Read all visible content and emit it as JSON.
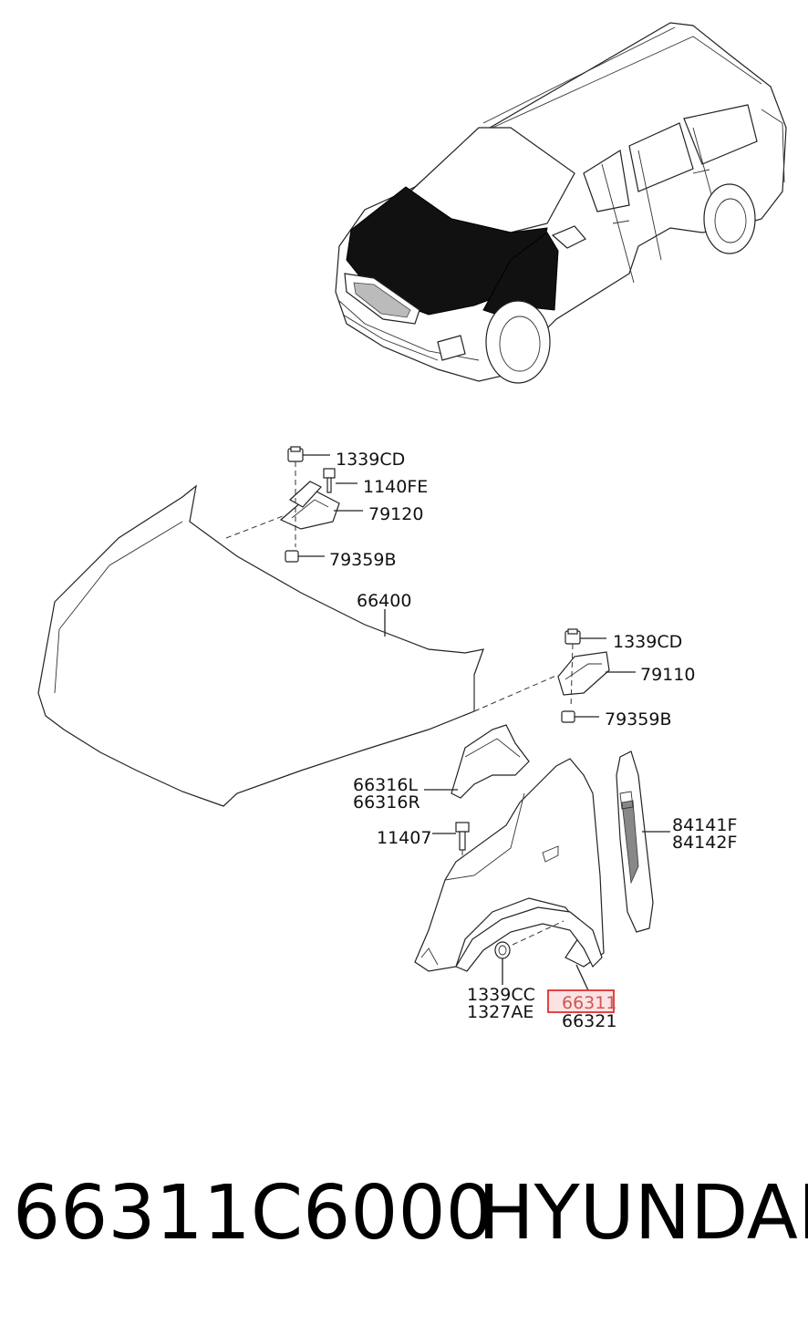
{
  "labels": {
    "l1339cd_a": "1339CD",
    "l1140fe": "1140FE",
    "l79120": "79120",
    "l79359b_a": "79359B",
    "l66400": "66400",
    "l1339cd_b": "1339CD",
    "l79110": "79110",
    "l79359b_b": "79359B",
    "l66316l": "66316L",
    "l66316r": "66316R",
    "l11407": "11407",
    "l84141f": "84141F",
    "l84142f": "84142F",
    "l1339cc": "1339CC",
    "l1327ae": "1327AE",
    "l66311": "66311",
    "l66321": "66321"
  },
  "highlight_color": "#e03030",
  "footer": {
    "part_number": "66311C6000",
    "brand": "HYUNDAI"
  }
}
